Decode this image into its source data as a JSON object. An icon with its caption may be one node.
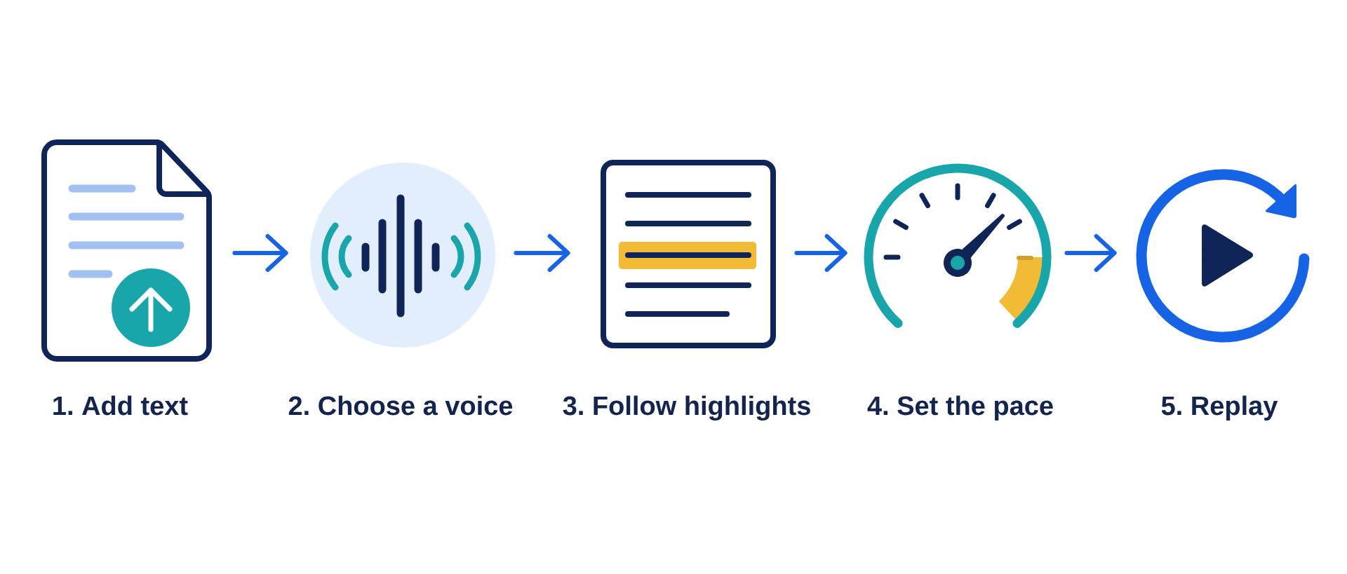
{
  "diagram": {
    "nodes": [
      {
        "text": [],
        "shape": "picture",
        "beside": [
          "1. Add text"
        ]
      },
      {
        "text": [],
        "shape": "picture",
        "beside": [
          "2. Choose a voice"
        ]
      },
      {
        "text": [],
        "shape": "picture",
        "beside": [
          "3. Follow highlights"
        ]
      },
      {
        "text": [],
        "shape": "picture",
        "beside": [
          "4. Set the pace"
        ]
      },
      {
        "text": [],
        "shape": "picture",
        "beside": [
          "5. Replay"
        ]
      }
    ],
    "edges": [
      {
        "from": 0,
        "to": 1,
        "arrow": "to"
      },
      {
        "from": 1,
        "to": 2,
        "arrow": "to"
      },
      {
        "from": 2,
        "to": 3,
        "arrow": "to"
      },
      {
        "from": 3,
        "to": 4,
        "arrow": "to"
      }
    ]
  }
}
